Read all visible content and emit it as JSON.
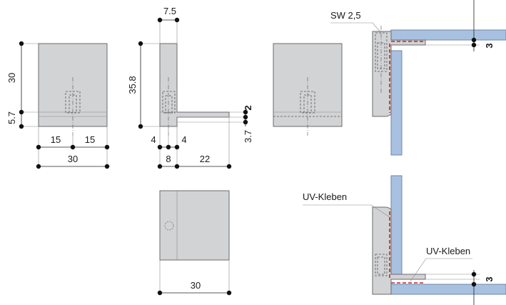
{
  "dimensions": {
    "front_height": "30",
    "front_base": "5.7",
    "front_half_left": "15",
    "front_half_right": "15",
    "front_width": "30",
    "side_top": "7.5",
    "side_height": "35.8",
    "side_base_right_top": "2",
    "side_base_right_bottom": "3.7",
    "side_4_left": "4",
    "side_4_right": "4",
    "side_8": "8",
    "side_22": "22",
    "bottom_width": "30",
    "gap_top": "3",
    "gap_bottom": "3"
  },
  "labels": {
    "sw": "SW 2,5",
    "uv_top": "UV-Kleben",
    "uv_bottom": "UV-Kleben"
  },
  "colors": {
    "part_fill": "#d2d3d5",
    "glass_fill": "#a9c1e0",
    "glue": "#c0262c"
  }
}
